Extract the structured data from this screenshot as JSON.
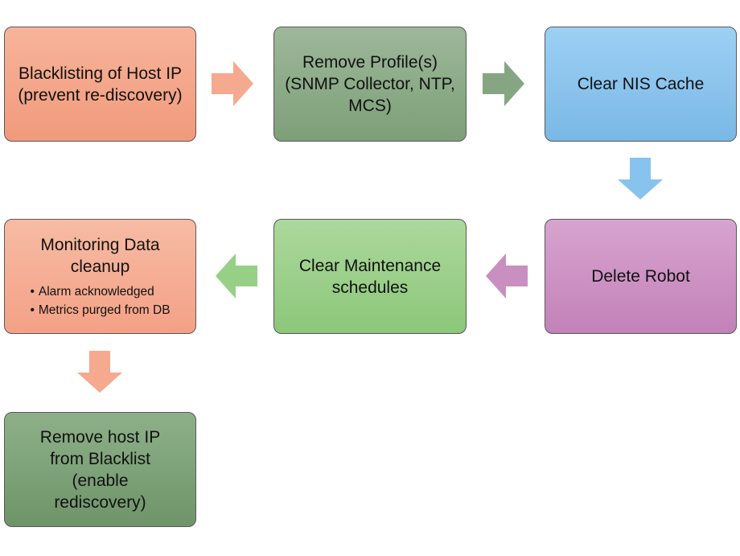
{
  "steps": [
    {
      "id": "blacklisting",
      "title": "Blacklisting of Host IP (prevent re-discovery)",
      "fill": "#f4a285"
    },
    {
      "id": "remove-profiles",
      "title": "Remove Profile(s) (SNMP Collector, NTP, MCS)",
      "fill": "#8fae8b"
    },
    {
      "id": "clear-nis-cache",
      "title": "Clear NIS Cache",
      "fill": "#8cc4ec"
    },
    {
      "id": "delete-robot",
      "title": "Delete Robot",
      "fill": "#cc92c2"
    },
    {
      "id": "clear-maintenance",
      "title": "Clear Maintenance schedules",
      "fill": "#9ccf8a"
    },
    {
      "id": "monitoring-cleanup",
      "title": "Monitoring Data cleanup",
      "bullets": [
        "Alarm acknowledged",
        "Metrics purged from DB"
      ],
      "fill": "#f5ab8f"
    },
    {
      "id": "remove-from-blacklist",
      "title": "Remove host IP from Blacklist (enable rediscovery)",
      "fill": "#7d9f78"
    }
  ],
  "arrow_colors": {
    "a1": "#f5a98e",
    "a2": "#86a683",
    "a3": "#88c3ee",
    "a4": "#c98fc0",
    "a5": "#98cf87",
    "a6": "#f5a98e"
  }
}
